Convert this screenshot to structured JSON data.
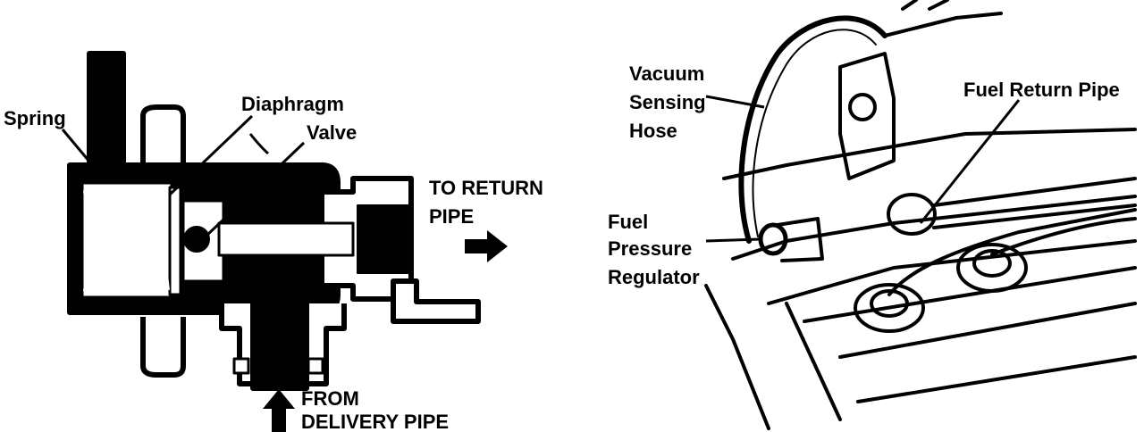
{
  "colors": {
    "ink": "#000000",
    "paper": "#ffffff"
  },
  "left_figure": {
    "labels": {
      "spring": "Spring",
      "diaphragm": "Diaphragm",
      "valve": "Valve",
      "to_return_pipe_1": "TO RETURN",
      "to_return_pipe_2": "PIPE",
      "from_delivery_pipe_1": "FROM",
      "from_delivery_pipe_2": "DELIVERY PIPE"
    },
    "arrows": {
      "to_return": "arrow-right-icon",
      "from_delivery": "arrow-up-icon"
    }
  },
  "right_figure": {
    "labels": {
      "vacuum_1": "Vacuum",
      "vacuum_2": "Sensing",
      "vacuum_3": "Hose",
      "fuel_return_pipe": "Fuel Return Pipe",
      "regulator_1": "Fuel",
      "regulator_2": "Pressure",
      "regulator_3": "Regulator"
    }
  }
}
